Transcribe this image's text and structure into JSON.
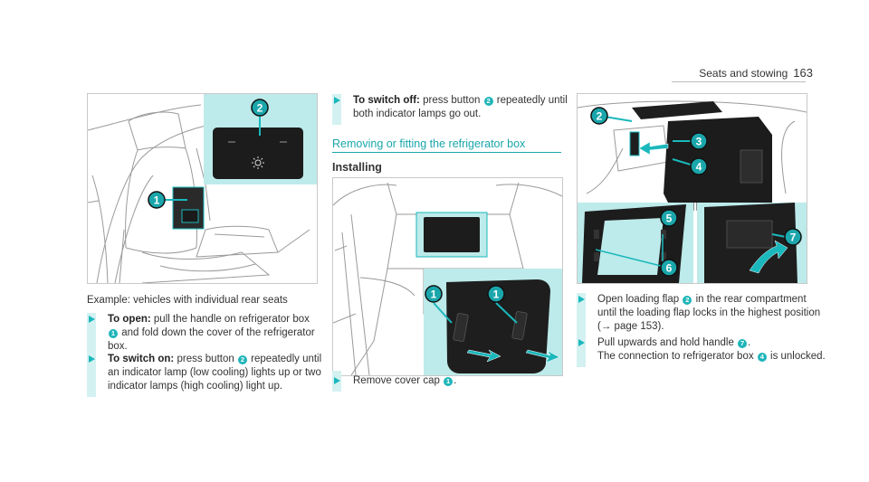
{
  "header": {
    "section": "Seats and stowing",
    "page_number": "163"
  },
  "col1": {
    "caption": "Example: vehicles with individual rear seats",
    "step_open": {
      "label": "To open:",
      "text_a": "pull the handle on refrigerator box",
      "num1": "1",
      "text_b": "and fold down the cover of the refrigerator box."
    },
    "step_on": {
      "label": "To switch on:",
      "text_a": "press button",
      "num": "2",
      "text_b": "repeatedly until an indicator lamp (low cooling) lights up or two indicator lamps (high cooling) light up."
    }
  },
  "col2": {
    "step_off": {
      "label": "To switch off:",
      "text_a": "press button",
      "num": "2",
      "text_b": "repeatedly until both indicator lamps go out."
    },
    "section_title": "Removing or fitting the refrigerator box",
    "subhead": "Installing",
    "step_cap": {
      "text_a": "Remove cover cap",
      "num": "1",
      "text_b": "."
    }
  },
  "col3": {
    "step_flap": {
      "text_a": "Open loading flap",
      "num": "2",
      "text_b": "in the rear compartment until the loading flap locks in the highest position (",
      "arrow": "→",
      "text_c": "page 153)."
    },
    "step_pull": {
      "text_a": "Pull upwards and hold handle",
      "num7": "7",
      "text_b": ".",
      "text_c": "The connection to refrigerator box",
      "num4": "4",
      "text_d": "is unlocked."
    }
  },
  "figure_labels": {
    "fig1": [
      "2",
      "1"
    ],
    "fig2": [
      "1",
      "1"
    ],
    "fig3": [
      "2",
      "3",
      "4",
      "5",
      "6",
      "7"
    ]
  },
  "colors": {
    "accent": "#1ab8bc",
    "highlight_bg": "#bdeaea",
    "step_bar": "#d4f1f1"
  }
}
